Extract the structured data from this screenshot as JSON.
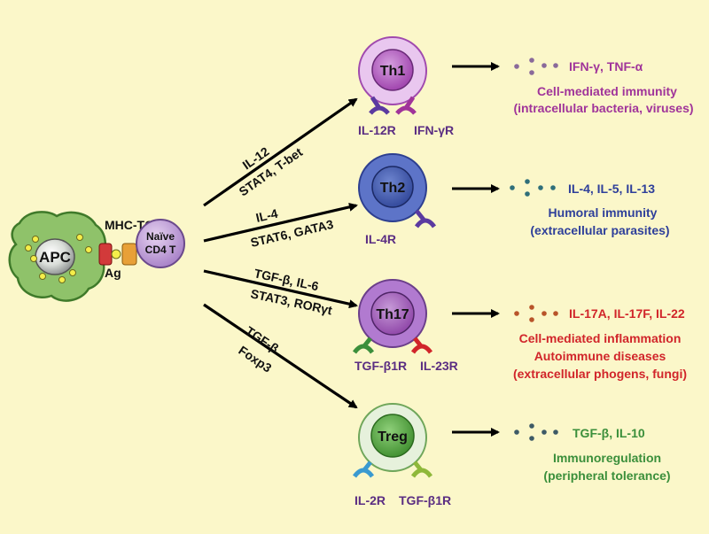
{
  "apc": {
    "label": "APC",
    "mhc_tcr": "MHC-TCR",
    "ag": "Ag"
  },
  "naive": {
    "line1": "Naïve",
    "line2": "CD4 T"
  },
  "paths": [
    {
      "above": "IL-12",
      "below": "STAT4, T-bet"
    },
    {
      "above": "IL-4",
      "below": "STAT6, GATA3"
    },
    {
      "above": "TGF-β, IL-6",
      "below": "STAT3, RORγt"
    },
    {
      "above": "TGF-β",
      "below": "Foxp3"
    }
  ],
  "cells": [
    {
      "name": "Th1",
      "receptors": [
        "IL-12R",
        "IFN-γR"
      ],
      "cytokines": "IFN-γ, TNF-α",
      "effects": [
        "Cell-mediated immunity",
        "(intracellular bacteria, viruses)"
      ],
      "color": "#a0349a"
    },
    {
      "name": "Th2",
      "receptors": [
        "IL-4R"
      ],
      "cytokines": "IL-4, IL-5, IL-13",
      "effects": [
        "Humoral immunity",
        "(extracellular parasites)"
      ],
      "color": "#2e3f9a"
    },
    {
      "name": "Th17",
      "receptors": [
        "TGF-β1R",
        "IL-23R"
      ],
      "cytokines": "IL-17A, IL-17F, IL-22",
      "effects": [
        "Cell-mediated inflammation",
        "Autoimmune diseases",
        "(extracellular phogens, fungi)"
      ],
      "color": "#d1252a"
    },
    {
      "name": "Treg",
      "receptors": [
        "IL-2R",
        "TGF-β1R"
      ],
      "cytokines": "TGF-β, IL-10",
      "effects": [
        "Immunoregulation",
        "(peripheral tolerance)"
      ],
      "color": "#3b8f3b"
    }
  ],
  "receptor_label_color": "#5a2d82"
}
